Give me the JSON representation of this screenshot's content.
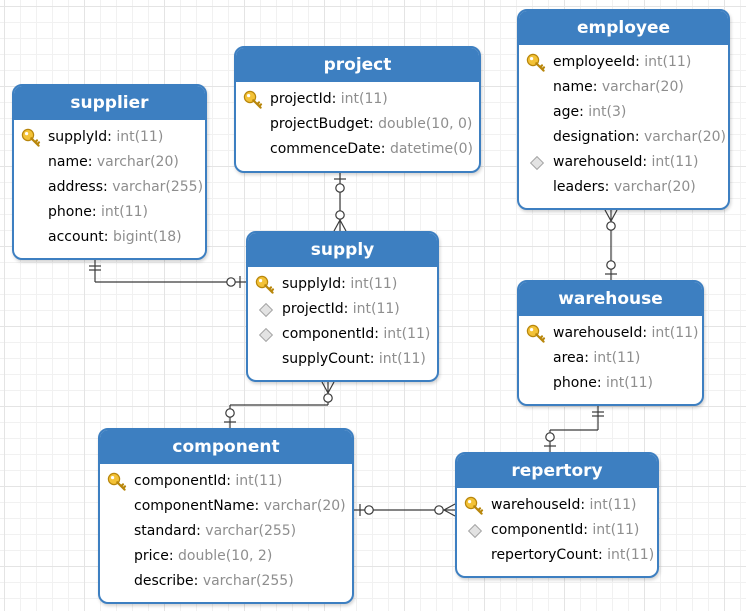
{
  "tables": [
    {
      "name": "supplier",
      "fields": [
        {
          "name": "supplyId",
          "type": "int(11)",
          "icon": "key-icon"
        },
        {
          "name": "name",
          "type": "varchar(20)",
          "icon": ""
        },
        {
          "name": "address",
          "type": "varchar(255)",
          "icon": ""
        },
        {
          "name": "phone",
          "type": "int(11)",
          "icon": ""
        },
        {
          "name": "account",
          "type": "bigint(18)",
          "icon": ""
        }
      ]
    },
    {
      "name": "project",
      "fields": [
        {
          "name": "projectId",
          "type": "int(11)",
          "icon": "key-icon"
        },
        {
          "name": "projectBudget",
          "type": "double(10, 0)",
          "icon": ""
        },
        {
          "name": "commenceDate",
          "type": "datetime(0)",
          "icon": ""
        }
      ]
    },
    {
      "name": "employee",
      "fields": [
        {
          "name": "employeeId",
          "type": "int(11)",
          "icon": "key-icon"
        },
        {
          "name": "name",
          "type": "varchar(20)",
          "icon": ""
        },
        {
          "name": "age",
          "type": "int(3)",
          "icon": ""
        },
        {
          "name": "designation",
          "type": "varchar(20)",
          "icon": ""
        },
        {
          "name": "warehouseId",
          "type": "int(11)",
          "icon": "diamond-icon"
        },
        {
          "name": "leaders",
          "type": "varchar(20)",
          "icon": ""
        }
      ]
    },
    {
      "name": "supply",
      "fields": [
        {
          "name": "supplyId",
          "type": "int(11)",
          "icon": "key-icon"
        },
        {
          "name": "projectId",
          "type": "int(11)",
          "icon": "diamond-icon"
        },
        {
          "name": "componentId",
          "type": "int(11)",
          "icon": "diamond-icon"
        },
        {
          "name": "supplyCount",
          "type": "int(11)",
          "icon": ""
        }
      ]
    },
    {
      "name": "warehouse",
      "fields": [
        {
          "name": "warehouseId",
          "type": "int(11)",
          "icon": "key-icon"
        },
        {
          "name": "area",
          "type": "int(11)",
          "icon": ""
        },
        {
          "name": "phone",
          "type": "int(11)",
          "icon": ""
        }
      ]
    },
    {
      "name": "component",
      "fields": [
        {
          "name": "componentId",
          "type": "int(11)",
          "icon": "key-icon"
        },
        {
          "name": "componentName",
          "type": "varchar(20)",
          "icon": ""
        },
        {
          "name": "standard",
          "type": "varchar(255)",
          "icon": ""
        },
        {
          "name": "price",
          "type": "double(10, 2)",
          "icon": ""
        },
        {
          "name": "describe",
          "type": "varchar(255)",
          "icon": ""
        }
      ]
    },
    {
      "name": "repertory",
      "fields": [
        {
          "name": "warehouseId",
          "type": "int(11)",
          "icon": "key-icon"
        },
        {
          "name": "componentId",
          "type": "int(11)",
          "icon": "diamond-icon"
        },
        {
          "name": "repertoryCount",
          "type": "int(11)",
          "icon": ""
        }
      ]
    }
  ],
  "relationships": [
    {
      "from": "supplier",
      "to": "supply",
      "from_end": "one-mandatory",
      "to_end": "one-optional"
    },
    {
      "from": "project",
      "to": "supply",
      "from_end": "one-optional",
      "to_end": "many-optional"
    },
    {
      "from": "supply",
      "to": "component",
      "from_end": "many-optional",
      "to_end": "one-optional"
    },
    {
      "from": "employee",
      "to": "warehouse",
      "from_end": "many-optional",
      "to_end": "one-optional"
    },
    {
      "from": "warehouse",
      "to": "repertory",
      "from_end": "one-mandatory",
      "to_end": "one-optional"
    },
    {
      "from": "component",
      "to": "repertory",
      "from_end": "one-optional",
      "to_end": "many-optional"
    }
  ],
  "colors": {
    "header": "#3d7fc1",
    "line": "#3a3a3a",
    "type_text": "#8e8e8e",
    "key": "#f3c237"
  }
}
